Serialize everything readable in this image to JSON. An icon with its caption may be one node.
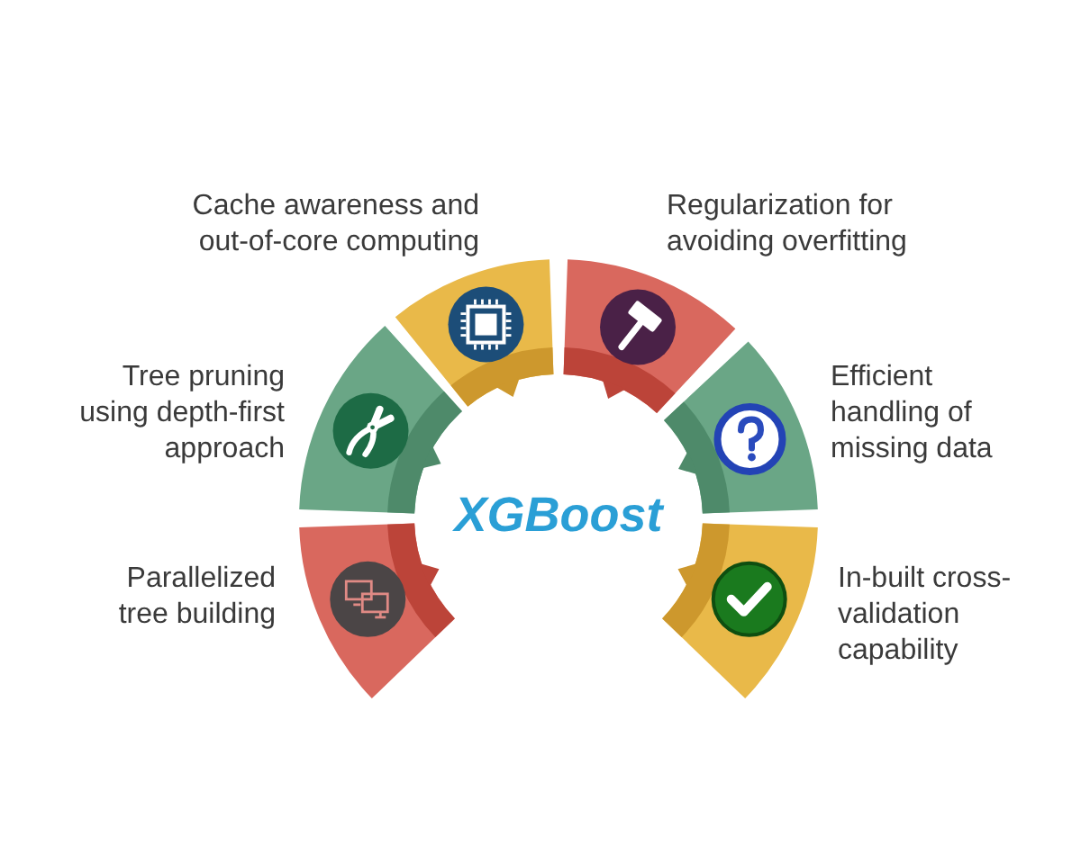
{
  "diagram": {
    "nodes": [
      {
        "text": [
          "Cache awareness and out-of-core computing"
        ]
      },
      {
        "text": [
          "Regularization for avoiding overfitting"
        ]
      },
      {
        "text": [
          "Tree pruning using depth-first approach"
        ]
      },
      {
        "text": [
          "Efficient handling of missing data"
        ]
      },
      {
        "text": [
          "XGBoost"
        ]
      },
      {
        "text": [
          "Parallelized tree building"
        ]
      },
      {
        "text": [
          "In-built cross-validation capability"
        ]
      }
    ]
  }
}
